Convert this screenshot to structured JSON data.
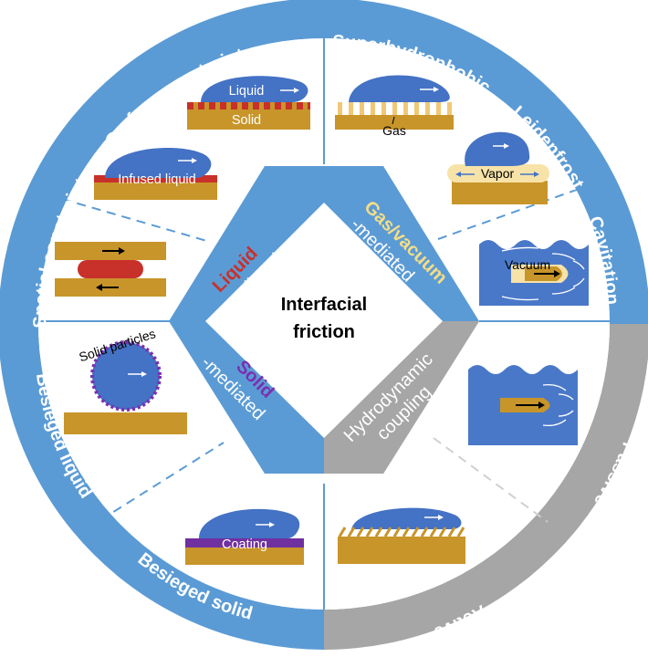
{
  "center": {
    "line1": "Interfacial",
    "line2": "friction"
  },
  "quadrants": {
    "liquid": {
      "title": "Liquid",
      "sub": "-mediated",
      "color": "#c8302a"
    },
    "gas": {
      "title": "Gas/vacuum",
      "sub": "-mediated",
      "color": "#f5dd86"
    },
    "solid": {
      "title": "Solid",
      "sub": "-mediated",
      "color": "#7b2fb0"
    },
    "hydro": {
      "line1": "Hydrodynamic",
      "line2": "coupling"
    }
  },
  "ring": {
    "surface_constraint": "Surface constraint",
    "superhydrophobic": "Superhydrophobic",
    "leidenfrost": "Leidenfrost",
    "cavitation": "Cavitation",
    "spatial_constraint": "Spatial constraint",
    "besieged_liquid": "Besieged liquid",
    "besieged_solid": "Besieged solid",
    "passive": "Passive",
    "active": "Active"
  },
  "illustrations": {
    "liquid_label": "Liquid",
    "solid_label": "Solid",
    "infused_liquid_label": "Infused liquid",
    "gas_label": "Gas",
    "vapor_label": "Vapor",
    "vacuum_label": "Vacuum",
    "solid_particles_label": "Solid particles",
    "coating_label": "Coating"
  },
  "colors": {
    "blue_ring": "#5b9bd5",
    "gray_ring": "#a6a6a6",
    "droplet": "#4472c4",
    "substrate": "#c8952a",
    "red": "#c8302a",
    "purple": "#7030a0",
    "water": "#4a78c8"
  }
}
